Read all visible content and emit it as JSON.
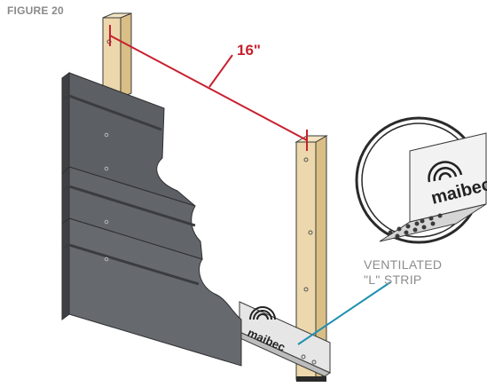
{
  "figure": {
    "title": "FIGURE 20"
  },
  "dimension": {
    "label": "16\""
  },
  "callout": {
    "line1": "VENTILATED",
    "line2": "\"L\" STRIP"
  },
  "brand": {
    "logo_text": "maibec"
  },
  "colors": {
    "accent": "#c8202f",
    "callout_line": "#1d8fb0",
    "siding": "#5a5d62",
    "stud": "#e9d3a4"
  }
}
